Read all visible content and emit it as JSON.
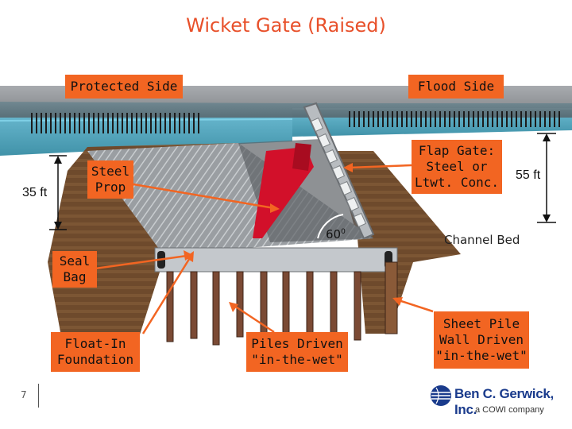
{
  "title": "Wicket Gate (Raised)",
  "labels": {
    "protected_side": "Protected Side",
    "flood_side": "Flood Side",
    "flap_gate": "Flap Gate:\nSteel or\nLtwt. Conc.",
    "steel_prop": "Steel\nProp",
    "channel_bed": "Channel Bed",
    "seal_bag": "Seal\nBag",
    "float_in": "Float-In\nFoundation",
    "piles_driven": "Piles Driven\n\"in-the-wet\"",
    "sheet_pile": "Sheet Pile\nWall Driven\n\"in-the-wet\""
  },
  "dimensions": {
    "left_height": "35 ft",
    "right_height": "55 ft",
    "angle": "60",
    "angle_unit": "0"
  },
  "footer": {
    "page_number": "7",
    "company": "Ben C. Gerwick, Inc.",
    "company_sub": "a COWI company"
  },
  "colors": {
    "accent": "#f26522",
    "title": "#e8502a",
    "water": "#3aa6c8",
    "prop": "#d2102a",
    "timber": "#6e4a2c",
    "logo": "#1a3b8c"
  },
  "icons": {
    "logo": "company-logo-globe-icon"
  }
}
